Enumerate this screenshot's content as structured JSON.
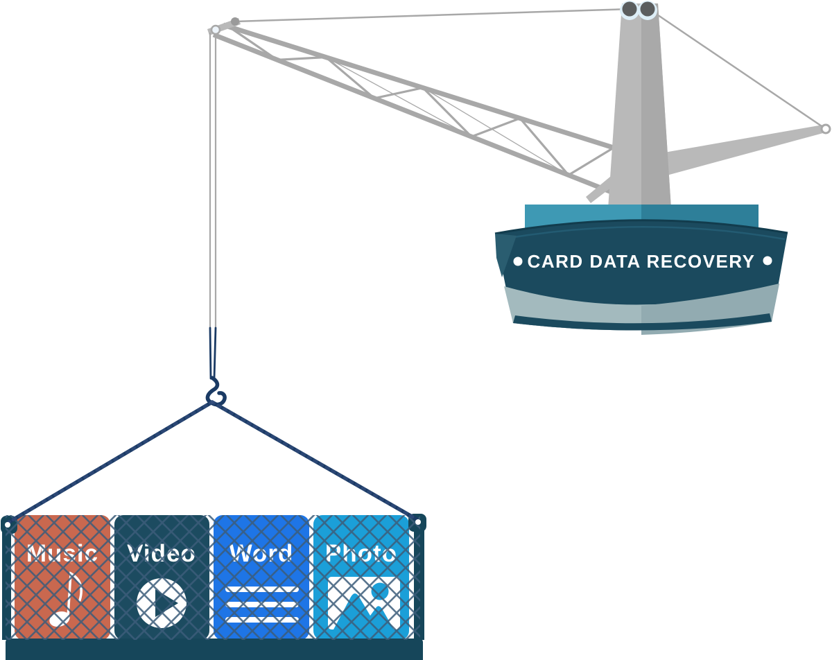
{
  "ship": {
    "banner_text": "CARD DATA RECOVERY",
    "colors": {
      "deck": "#3e99b4",
      "deck_shaded": "#2e7f99",
      "hull_band": "#1b4a5e",
      "hull_edge": "#123c4d",
      "hull_edge_light": "#27637a",
      "hull_bevel": "#2a5d70",
      "hull_lower": "#a3babe",
      "hull_lower_shaded": "#92abb1",
      "keel": "#1b4a5e",
      "banner_dot_color": "#ffffff"
    }
  },
  "crane": {
    "colors": {
      "structure": "#b9b9b9",
      "structure_shaded": "#a9a9a9",
      "cable": "#a8a8a8",
      "pulley": "#5b5d5e",
      "pulley_halo": "#ddeef7"
    }
  },
  "rigging": {
    "rope_color": "#1a3a64",
    "rope_highlight": "#41598a"
  },
  "net": {
    "line_color": "#3c5d7a"
  },
  "tray": {
    "color": "#16465a",
    "dot_color": "#ffffff"
  },
  "cards": [
    {
      "label": "Music",
      "color": "#c9684f",
      "icon": "music-note-icon",
      "icon_color": "#ffffff"
    },
    {
      "label": "Video",
      "color": "#1c4b60",
      "icon": "play-icon",
      "icon_color": "#ffffff"
    },
    {
      "label": "Word",
      "color": "#1e75e6",
      "icon": "text-lines-icon",
      "icon_color": "#ffffff"
    },
    {
      "label": "Photo",
      "color": "#1b9fd8",
      "icon": "image-icon",
      "icon_color": "#ffffff"
    }
  ]
}
